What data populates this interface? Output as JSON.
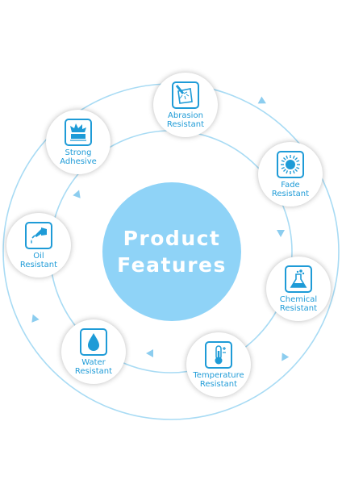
{
  "center": {
    "line1": "Product",
    "line2": "Features"
  },
  "features": [
    {
      "id": "abrasion",
      "icon": "abrasion-icon",
      "line1": "Abrasion",
      "line2": "Resistant"
    },
    {
      "id": "fade",
      "icon": "sun-icon",
      "line1": "Fade",
      "line2": "Resistant"
    },
    {
      "id": "chemical",
      "icon": "flask-icon",
      "line1": "Chemical",
      "line2": "Resistant"
    },
    {
      "id": "temperature",
      "icon": "thermometer-icon",
      "line1": "Temperature",
      "line2": "Resistant"
    },
    {
      "id": "water",
      "icon": "water-drop-icon",
      "line1": "Water",
      "line2": "Resistant"
    },
    {
      "id": "oil",
      "icon": "oil-can-icon",
      "line1": "Oil",
      "line2": "Resistant"
    },
    {
      "id": "adhesive",
      "icon": "adhesive-icon",
      "line1": "Strong",
      "line2": "Adhesive"
    }
  ],
  "colors": {
    "accent": "#1e9bd7",
    "center_fill": "#8fd3f7",
    "ring": "#9fd6f2"
  }
}
